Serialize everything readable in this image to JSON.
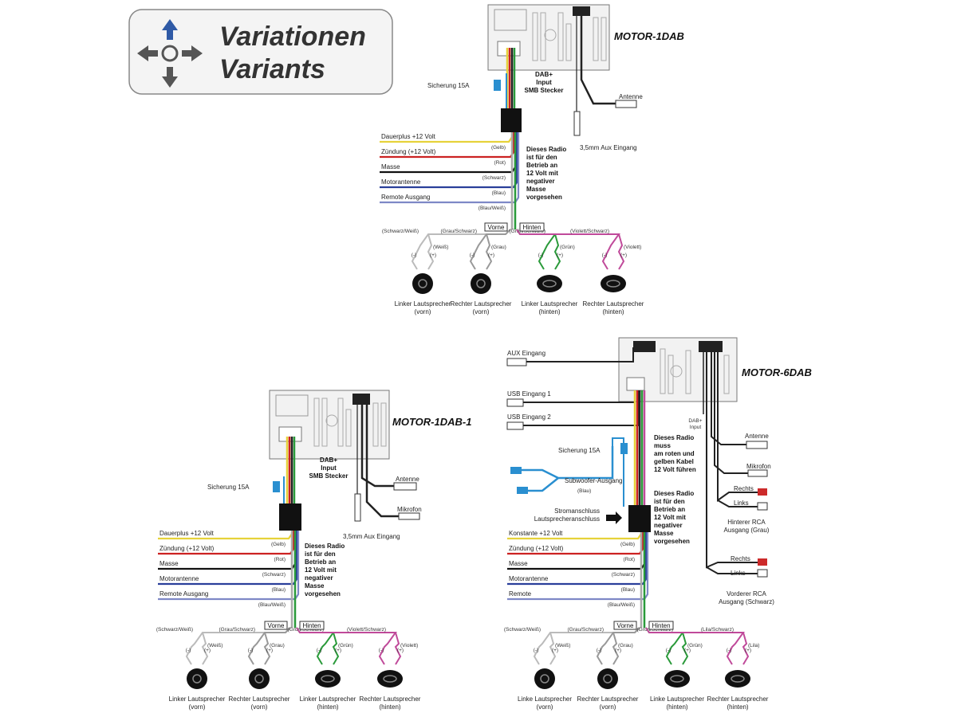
{
  "header": {
    "line1": "Variationen",
    "line2": "Variants"
  },
  "d1": {
    "model": "MOTOR-1DAB",
    "fuse": "Sicherung 15A",
    "dab": [
      "DAB+",
      "Input",
      "SMB Stecker"
    ],
    "antenna": "Antenne",
    "aux": "3,5mm Aux Eingang",
    "note": [
      "Dieses Radio",
      "ist für den",
      "Betrieb an",
      "12 Volt mit",
      "negativer",
      "Masse",
      "vorgesehen"
    ],
    "wires": [
      {
        "label": "Dauerplus +12 Volt",
        "color_name": "(Gelb)",
        "color": "#e6d23a"
      },
      {
        "label": "Zündung (+12 Volt)",
        "color_name": "(Rot)",
        "color": "#cc2222"
      },
      {
        "label": "Masse",
        "color_name": "(Schwarz)",
        "color": "#111111"
      },
      {
        "label": "Motorantenne",
        "color_name": "(Blau)",
        "color": "#2a3f9a"
      },
      {
        "label": "Remote Ausgang",
        "color_name": "(Blau/Weiß)",
        "color": "#7e88c6"
      }
    ],
    "front": "Vorne",
    "rear": "Hinten",
    "speakers": [
      {
        "neg": "(Schwarz/Weiß)",
        "pos": "(Weiß)",
        "l1": "Linker Lautsprecher",
        "l2": "(vorn)",
        "color": "#bbbbbb"
      },
      {
        "neg": "(Grau/Schwarz)",
        "pos": "(Grau)",
        "l1": "Rechter Lautsprecher",
        "l2": "(vorn)",
        "color": "#999999"
      },
      {
        "neg": "(Grün/Schwarz)",
        "pos": "(Grün)",
        "l1": "Linker Lautsprecher",
        "l2": "(hinten)",
        "color": "#2a9a3a"
      },
      {
        "neg": "(Violett/Schwarz)",
        "pos": "(Violett)",
        "l1": "Rechter Lautsprecher",
        "l2": "(hinten)",
        "color": "#c04a9a"
      }
    ]
  },
  "d2": {
    "model": "MOTOR-1DAB-1",
    "fuse": "Sicherung 15A",
    "dab": [
      "DAB+",
      "Input",
      "SMB Stecker"
    ],
    "antenna": "Antenne",
    "mic": "Mikrofon",
    "aux": "3,5mm Aux Eingang",
    "note": [
      "Dieses Radio",
      "ist für den",
      "Betrieb an",
      "12 Volt mit",
      "negativer",
      "Masse",
      "vorgesehen"
    ],
    "wires": [
      {
        "label": "Dauerplus +12 Volt",
        "color_name": "(Gelb)",
        "color": "#e6d23a"
      },
      {
        "label": "Zündung (+12 Volt)",
        "color_name": "(Rot)",
        "color": "#cc2222"
      },
      {
        "label": "Masse",
        "color_name": "(Schwarz)",
        "color": "#111111"
      },
      {
        "label": "Motorantenne",
        "color_name": "(Blau)",
        "color": "#2a3f9a"
      },
      {
        "label": "Remote Ausgang",
        "color_name": "(Blau/Weiß)",
        "color": "#7e88c6"
      }
    ],
    "front": "Vorne",
    "rear": "Hinten",
    "speakers": [
      {
        "neg": "(Schwarz/Weiß)",
        "pos": "(Weiß)",
        "l1": "Linker Lautsprecher",
        "l2": "(vorn)",
        "color": "#bbbbbb"
      },
      {
        "neg": "(Grau/Schwarz)",
        "pos": "(Grau)",
        "l1": "Rechter Lautsprecher",
        "l2": "(vorn)",
        "color": "#999999"
      },
      {
        "neg": "(Grün/Schwarz)",
        "pos": "(Grün)",
        "l1": "Linker Lautsprecher",
        "l2": "(hinten)",
        "color": "#2a9a3a"
      },
      {
        "neg": "(Violett/Schwarz)",
        "pos": "(Violett)",
        "l1": "Rechter Lautsprecher",
        "l2": "(hinten)",
        "color": "#c04a9a"
      }
    ]
  },
  "d3": {
    "model": "MOTOR-6DAB",
    "aux": "AUX Eingang",
    "usb1": "USB Eingang 1",
    "usb2": "USB Eingang 2",
    "fuse": "Sicherung 15A",
    "sub": "Subwoofer-Ausgang",
    "sub_color": "(Blau)",
    "power": [
      "Stromanschluss",
      "Lautsprecheranschluss"
    ],
    "dab": [
      "DAB+",
      "Input"
    ],
    "antenna": "Antenne",
    "mic": "Mikrofon",
    "rca_rear": {
      "right": "Rechts",
      "left": "Links",
      "l1": "Hinterer RCA",
      "l2": "Ausgang (Grau)"
    },
    "rca_front": {
      "right": "Rechts",
      "left": "Links",
      "l1": "Vorderer RCA",
      "l2": "Ausgang (Schwarz)"
    },
    "note1": [
      "Dieses Radio",
      "muss",
      "am roten und",
      "gelben Kabel",
      "12 Volt führen"
    ],
    "note2": [
      "Dieses Radio",
      "ist für den",
      "Betrieb an",
      "12 Volt mit",
      "negativer",
      "Masse",
      "vorgesehen"
    ],
    "wires": [
      {
        "label": "Konstante +12 Volt",
        "color_name": "(Gelb)",
        "color": "#e6d23a"
      },
      {
        "label": "Zündung (+12 Volt)",
        "color_name": "(Rot)",
        "color": "#cc2222"
      },
      {
        "label": "Masse",
        "color_name": "(Schwarz)",
        "color": "#111111"
      },
      {
        "label": "Motorantenne",
        "color_name": "(Blau)",
        "color": "#2a3f9a"
      },
      {
        "label": "Remote",
        "color_name": "(Blau/Weiß)",
        "color": "#7e88c6"
      }
    ],
    "front": "Vorne",
    "rear": "Hinten",
    "speakers": [
      {
        "neg": "(Schwarz/Weiß)",
        "pos": "(Weiß)",
        "l1": "Linke Lautsprecher",
        "l2": "(vorn)",
        "color": "#bbbbbb"
      },
      {
        "neg": "(Grau/Schwarz)",
        "pos": "(Grau)",
        "l1": "Rechter Lautsprecher",
        "l2": "(vorn)",
        "color": "#999999"
      },
      {
        "neg": "(Grün/Schwarz)",
        "pos": "(Grün)",
        "l1": "Linke Lautsprecher",
        "l2": "(hinten)",
        "color": "#2a9a3a"
      },
      {
        "neg": "(Lila/Schwarz)",
        "pos": "(Lila)",
        "l1": "Rechter Lautsprecher",
        "l2": "(hinten)",
        "color": "#c04a9a"
      }
    ]
  },
  "colors": {
    "arrow_blue": "#2f5aa6",
    "arrow_gray": "#555555",
    "fuse_blue": "#2a8fd0",
    "rca_red": "#cc2a2a"
  }
}
